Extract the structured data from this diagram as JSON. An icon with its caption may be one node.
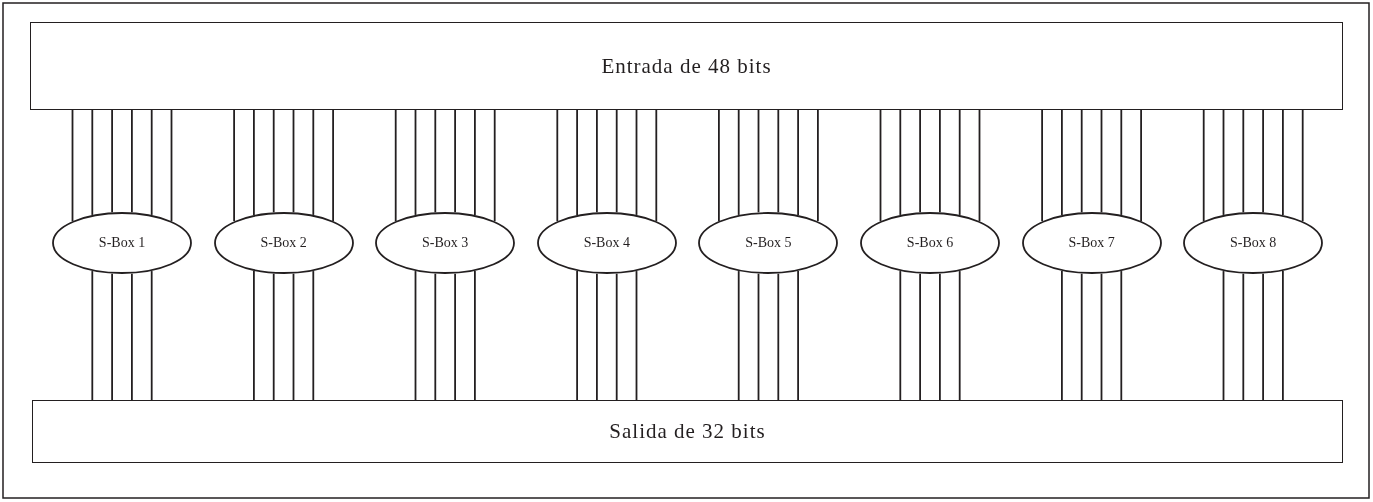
{
  "diagram": {
    "nodes": [
      {
        "text": [
          "Entrada de 48 bits"
        ]
      },
      {
        "text": [
          "S-Box 1"
        ]
      },
      {
        "text": [
          "S-Box 2"
        ]
      },
      {
        "text": [
          "S-Box 3"
        ]
      },
      {
        "text": [
          "S-Box 4"
        ]
      },
      {
        "text": [
          "S-Box 5"
        ]
      },
      {
        "text": [
          "S-Box 6"
        ]
      },
      {
        "text": [
          "S-Box 7"
        ]
      },
      {
        "text": [
          "S-Box 8"
        ]
      },
      {
        "text": [
          "Salida de 32 bits"
        ]
      }
    ],
    "edges": [
      {
        "from": 0,
        "to": 1,
        "arrow": "none"
      },
      {
        "from": 0,
        "to": 1,
        "arrow": "none"
      },
      {
        "from": 0,
        "to": 1,
        "arrow": "none"
      },
      {
        "from": 0,
        "to": 1,
        "arrow": "none"
      },
      {
        "from": 0,
        "to": 1,
        "arrow": "none"
      },
      {
        "from": 0,
        "to": 1,
        "arrow": "none"
      },
      {
        "from": 0,
        "to": 2,
        "arrow": "none"
      },
      {
        "from": 0,
        "to": 2,
        "arrow": "none"
      },
      {
        "from": 0,
        "to": 2,
        "arrow": "none"
      },
      {
        "from": 0,
        "to": 2,
        "arrow": "none"
      },
      {
        "from": 0,
        "to": 2,
        "arrow": "none"
      },
      {
        "from": 0,
        "to": 2,
        "arrow": "none"
      },
      {
        "from": 0,
        "to": 3,
        "arrow": "none"
      },
      {
        "from": 0,
        "to": 3,
        "arrow": "none"
      },
      {
        "from": 0,
        "to": 3,
        "arrow": "none"
      },
      {
        "from": 0,
        "to": 3,
        "arrow": "none"
      },
      {
        "from": 0,
        "to": 3,
        "arrow": "none"
      },
      {
        "from": 0,
        "to": 3,
        "arrow": "none"
      },
      {
        "from": 0,
        "to": 4,
        "arrow": "none"
      },
      {
        "from": 0,
        "to": 4,
        "arrow": "none"
      },
      {
        "from": 0,
        "to": 4,
        "arrow": "none"
      },
      {
        "from": 0,
        "to": 4,
        "arrow": "none"
      },
      {
        "from": 0,
        "to": 4,
        "arrow": "none"
      },
      {
        "from": 0,
        "to": 4,
        "arrow": "none"
      },
      {
        "from": 0,
        "to": 5,
        "arrow": "none"
      },
      {
        "from": 0,
        "to": 5,
        "arrow": "none"
      },
      {
        "from": 0,
        "to": 5,
        "arrow": "none"
      },
      {
        "from": 0,
        "to": 5,
        "arrow": "none"
      },
      {
        "from": 0,
        "to": 5,
        "arrow": "none"
      },
      {
        "from": 0,
        "to": 5,
        "arrow": "none"
      },
      {
        "from": 0,
        "to": 6,
        "arrow": "none"
      },
      {
        "from": 0,
        "to": 6,
        "arrow": "none"
      },
      {
        "from": 0,
        "to": 6,
        "arrow": "none"
      },
      {
        "from": 0,
        "to": 6,
        "arrow": "none"
      },
      {
        "from": 0,
        "to": 6,
        "arrow": "none"
      },
      {
        "from": 0,
        "to": 6,
        "arrow": "none"
      },
      {
        "from": 0,
        "to": 7,
        "arrow": "none"
      },
      {
        "from": 0,
        "to": 7,
        "arrow": "none"
      },
      {
        "from": 0,
        "to": 7,
        "arrow": "none"
      },
      {
        "from": 0,
        "to": 7,
        "arrow": "none"
      },
      {
        "from": 0,
        "to": 7,
        "arrow": "none"
      },
      {
        "from": 0,
        "to": 7,
        "arrow": "none"
      },
      {
        "from": 0,
        "to": 8,
        "arrow": "none"
      },
      {
        "from": 0,
        "to": 8,
        "arrow": "none"
      },
      {
        "from": 0,
        "to": 8,
        "arrow": "none"
      },
      {
        "from": 0,
        "to": 8,
        "arrow": "none"
      },
      {
        "from": 0,
        "to": 8,
        "arrow": "none"
      },
      {
        "from": 0,
        "to": 8,
        "arrow": "none"
      },
      {
        "from": 1,
        "to": 9,
        "arrow": "none"
      },
      {
        "from": 1,
        "to": 9,
        "arrow": "none"
      },
      {
        "from": 1,
        "to": 9,
        "arrow": "none"
      },
      {
        "from": 1,
        "to": 9,
        "arrow": "none"
      },
      {
        "from": 2,
        "to": 9,
        "arrow": "none"
      },
      {
        "from": 2,
        "to": 9,
        "arrow": "none"
      },
      {
        "from": 2,
        "to": 9,
        "arrow": "none"
      },
      {
        "from": 2,
        "to": 9,
        "arrow": "none"
      },
      {
        "from": 3,
        "to": 9,
        "arrow": "none"
      },
      {
        "from": 3,
        "to": 9,
        "arrow": "none"
      },
      {
        "from": 3,
        "to": 9,
        "arrow": "none"
      },
      {
        "from": 3,
        "to": 9,
        "arrow": "none"
      },
      {
        "from": 4,
        "to": 9,
        "arrow": "none"
      },
      {
        "from": 4,
        "to": 9,
        "arrow": "none"
      },
      {
        "from": 4,
        "to": 9,
        "arrow": "none"
      },
      {
        "from": 4,
        "to": 9,
        "arrow": "none"
      },
      {
        "from": 5,
        "to": 9,
        "arrow": "none"
      },
      {
        "from": 5,
        "to": 9,
        "arrow": "none"
      },
      {
        "from": 5,
        "to": 9,
        "arrow": "none"
      },
      {
        "from": 5,
        "to": 9,
        "arrow": "none"
      },
      {
        "from": 6,
        "to": 9,
        "arrow": "none"
      },
      {
        "from": 6,
        "to": 9,
        "arrow": "none"
      },
      {
        "from": 6,
        "to": 9,
        "arrow": "none"
      },
      {
        "from": 6,
        "to": 9,
        "arrow": "none"
      },
      {
        "from": 7,
        "to": 9,
        "arrow": "none"
      },
      {
        "from": 7,
        "to": 9,
        "arrow": "none"
      },
      {
        "from": 7,
        "to": 9,
        "arrow": "none"
      },
      {
        "from": 7,
        "to": 9,
        "arrow": "none"
      },
      {
        "from": 8,
        "to": 9,
        "arrow": "none"
      },
      {
        "from": 8,
        "to": 9,
        "arrow": "none"
      },
      {
        "from": 8,
        "to": 9,
        "arrow": "none"
      },
      {
        "from": 8,
        "to": 9,
        "arrow": "none"
      }
    ]
  }
}
